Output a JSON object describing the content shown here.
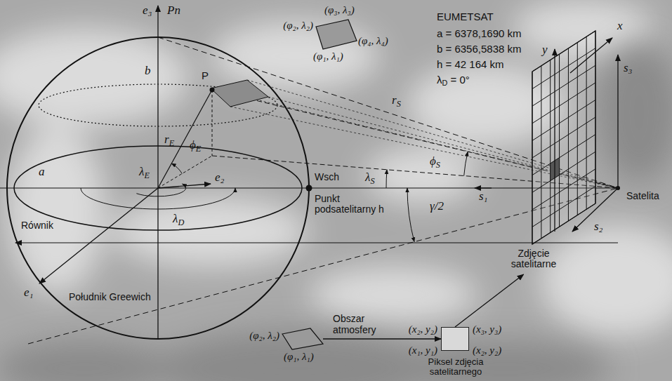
{
  "diagram": {
    "nodes": [
      {
        "text": [
          "(φ₃, λ₃)",
          "(φ₂, λ₂)",
          "(φ₄, λ₄)",
          "(φ₁, λ₁)"
        ]
      },
      {
        "text": [
          "Zdjęcie satelitarne"
        ]
      },
      {
        "text": [
          "(φ₂, λ₂)",
          "(φ₁, λ₁)"
        ]
      },
      {
        "text": [
          "(x₂, y₂)",
          "(x₃, y₃)",
          "(x₁, y₁)",
          "(x₂, y₂)",
          "Piksel zdjęcia satelitarnego"
        ]
      }
    ],
    "edges": [
      {
        "from": 2,
        "to": 3,
        "arrow": "to",
        "label": "Obszar atmosfery"
      },
      {
        "from": 3,
        "to": 1,
        "arrow": "to"
      }
    ],
    "labels": [
      "e₃",
      "Pn",
      "b",
      "P",
      "rE",
      "ϕE",
      "λE",
      "e₂",
      "a",
      "Wsch",
      "Punkt podsatelitarny h",
      "Równik",
      "λD",
      "e₁",
      "Południk Greewich",
      "EUMETSAT",
      "a = 6378,1690 km",
      "b = 6356,5838 km",
      "h = 42 164 km",
      "λD = 0°",
      "rS",
      "ϕS",
      "λS",
      "γ/2",
      "s₁",
      "s₂",
      "s₃",
      "x",
      "y",
      "Satelita"
    ]
  }
}
